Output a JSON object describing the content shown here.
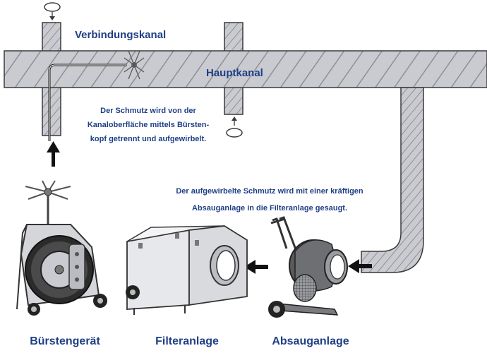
{
  "labels": {
    "connection_duct": "Verbindungskanal",
    "main_duct": "Hauptkanal",
    "brush_machine": "Bürstengerät",
    "filter_unit": "Filteranlage",
    "suction_unit": "Absauganlage"
  },
  "notes": {
    "brush_note": [
      "Der Schmutz wird von der",
      "Kanaloberfläche mittels Bürsten-",
      "kopf getrennt und aufgewirbelt."
    ],
    "suction_note": [
      "Der aufgewirbelte Schmutz wird mit einer kräftigen",
      "Absauganlage in die Filteranlage gesaugt."
    ]
  },
  "colors": {
    "label_blue": "#1f3f86",
    "duct_fill": "#c9cbd0",
    "duct_stripe": "#8e9096",
    "outline": "#3a3a3a"
  }
}
